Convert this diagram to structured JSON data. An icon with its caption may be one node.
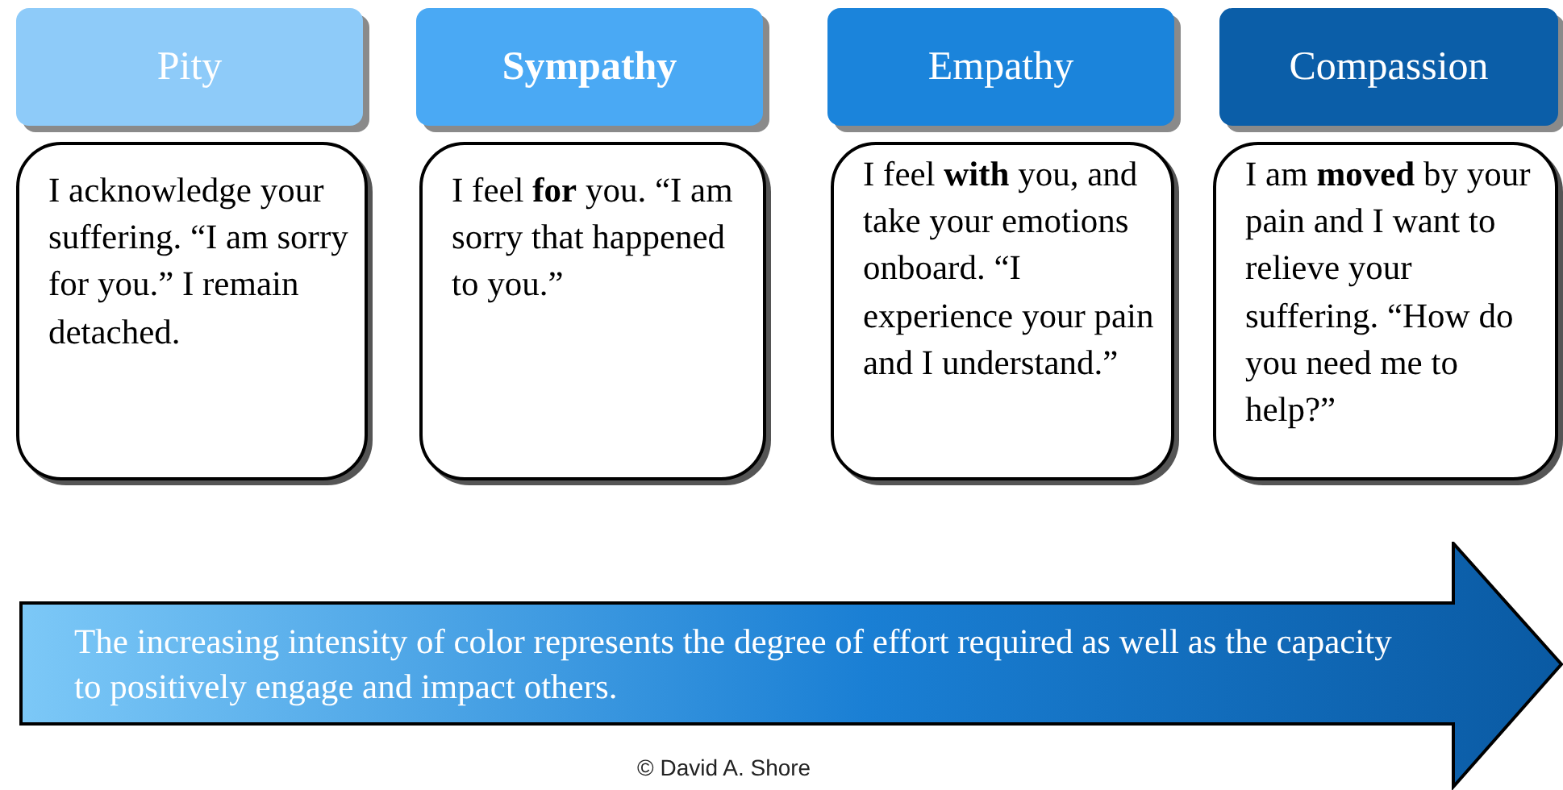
{
  "diagram": {
    "nodes": [
      {
        "text": [
          "Pity"
        ]
      },
      {
        "text": [
          "Sympathy"
        ]
      },
      {
        "text": [
          "Empathy"
        ]
      },
      {
        "text": [
          "Compassion"
        ]
      },
      {
        "text": [
          "I acknowledge your suffering. “I am sorry for you.” I remain detached."
        ]
      },
      {
        "text": [
          "I feel **for** you. “I am sorry that happened to you.”"
        ]
      },
      {
        "text": [
          "I feel **with** you, and take your emotions onboard. “I experience your pain and I understand.”"
        ]
      },
      {
        "text": [
          "I am **moved** by your pain and I want to relieve your suffering. “How do you need me to help?”"
        ]
      },
      {
        "text": [
          "The increasing intensity of color represents the degree of effort required as well as the capacity to positively engage and impact others."
        ]
      }
    ],
    "edges": [],
    "labels": [
      "© David A. Shore"
    ]
  }
}
